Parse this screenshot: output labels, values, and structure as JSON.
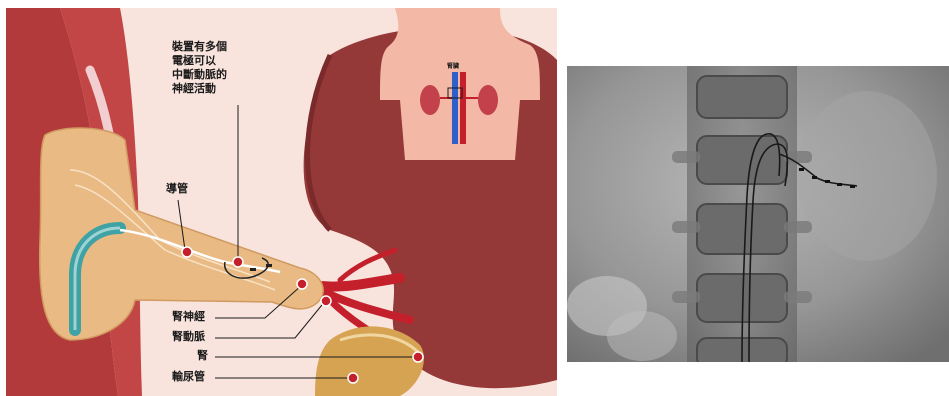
{
  "labels": {
    "device_line1": "裝置有多個",
    "device_line2": "電極可以",
    "device_line3": "中斷動脈的",
    "device_line4": "神經活動",
    "catheter": "導管",
    "renal_nerve": "腎神經",
    "renal_artery": "腎動脈",
    "kidney": "腎",
    "ureter": "輸尿管",
    "inset_kidney": "腎臟"
  },
  "colors": {
    "background": "#f8e4dd",
    "dark_red": "#9b2d2d",
    "kidney_fill": "#943838",
    "vessel_tan": "#e9ba83",
    "catheter_teal": "#3fa3a6",
    "accent_red": "#c4202c",
    "ureter_gold": "#d6a352",
    "xray_gray": "#8f8f8f"
  },
  "icons": {
    "marker": "red-dot-marker",
    "inset": "torso-with-kidneys-icon"
  }
}
